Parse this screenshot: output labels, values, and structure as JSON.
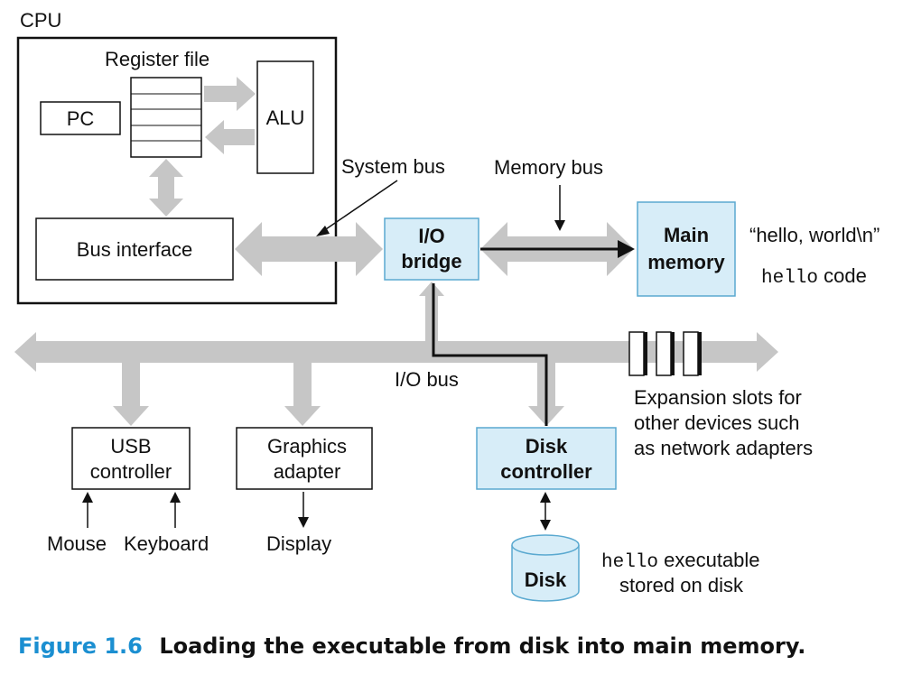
{
  "colors": {
    "bus_gray": "#c6c6c6",
    "highlight_fill": "#d7edf8",
    "highlight_stroke": "#5aa9d0",
    "caption_blue": "#1b8fd1",
    "line": "#111111"
  },
  "cpu": {
    "label": "CPU",
    "register_file": "Register file",
    "pc": "PC",
    "alu": "ALU",
    "bus_interface": "Bus interface"
  },
  "buses": {
    "system_bus": "System bus",
    "memory_bus": "Memory bus",
    "io_bus": "I/O bus"
  },
  "io_bridge": {
    "line1": "I/O",
    "line2": "bridge"
  },
  "main_memory": {
    "line1": "Main",
    "line2": "memory",
    "string_value": "“hello, world\\n”",
    "code_mono": "hello",
    "code_suffix": " code"
  },
  "usb": {
    "line1": "USB",
    "line2": "controller",
    "mouse": "Mouse",
    "keyboard": "Keyboard"
  },
  "graphics": {
    "line1": "Graphics",
    "line2": "adapter",
    "display": "Display"
  },
  "disk_controller": {
    "line1": "Disk",
    "line2": "controller"
  },
  "disk": {
    "label": "Disk",
    "note_mono": "hello",
    "note_line1_suffix": " executable",
    "note_line2": "stored on disk"
  },
  "expansion": {
    "line1": "Expansion slots for",
    "line2": "other devices such",
    "line3": "as network adapters"
  },
  "caption": {
    "number": "Figure 1.6",
    "text": "Loading the executable from disk into main memory."
  }
}
